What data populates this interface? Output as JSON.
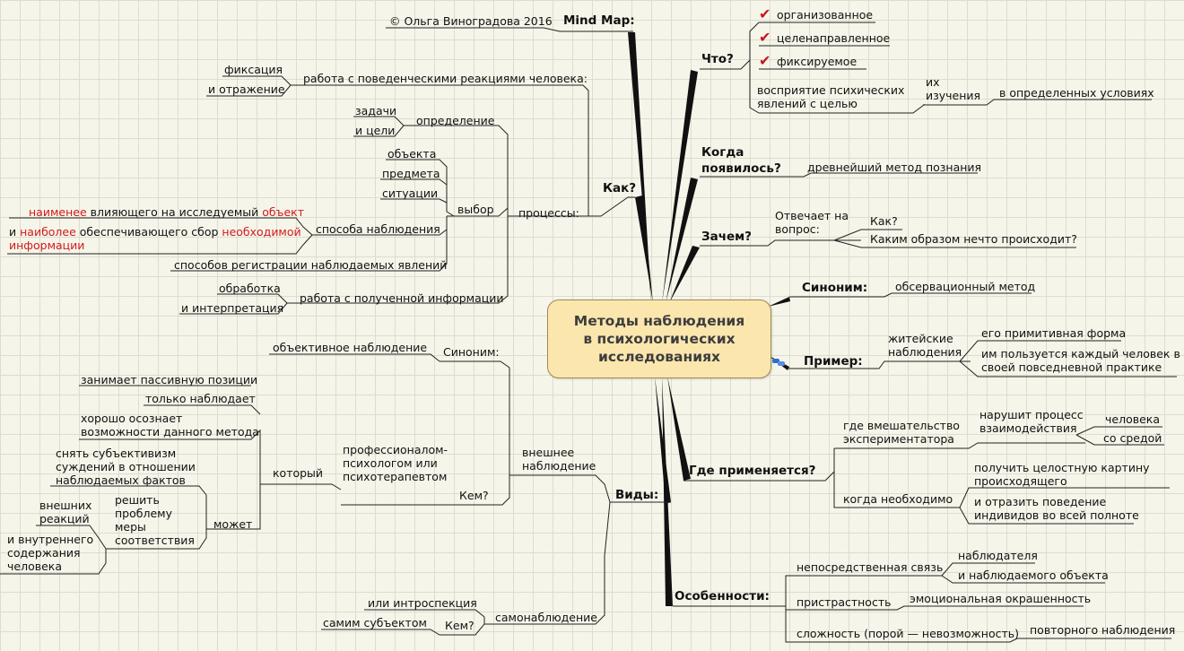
{
  "center": "Методы наблюдения\nв психологических\nисследованиях",
  "copyright": "© Ольга Виноградова 2016",
  "mind_map": "Mind Map:",
  "chto": {
    "label": "Что?",
    "items": [
      "организованное",
      "целенаправленное",
      "фиксируемое"
    ],
    "perception": "восприятие психических\nявлений с целью",
    "ix": "их\nизучения",
    "conditions": "в определенных условиях"
  },
  "kogda": {
    "label": "Когда\nпоявилось?",
    "answer": "древнейший метод познания"
  },
  "zachem": {
    "label": "Зачем?",
    "answers": "Отвечает на\nвопрос:",
    "kak": "Как?",
    "how": "Каким образом нечто происходит?"
  },
  "sinonim": {
    "label": "Синоним:",
    "value": "обсервационный метод"
  },
  "primer": {
    "label": "Пример:",
    "everyday": "житейские\nнаблюдения",
    "primitive": "его примитивная форма",
    "everyone": "им пользуется каждый человек в\nсвоей повседневной практике"
  },
  "gde": {
    "label": "Где применяется?",
    "interference": "где вмешательство\nэкспериментатора",
    "disrupt": "нарушит процесс\nвзаимодействия",
    "person": "человека",
    "environment": "со средой",
    "necessary": "когда необходимо",
    "whole": "получить целостную картину\nпроисходящего",
    "reflect": "и отразить поведение\nиндивидов во всей полноте"
  },
  "osob": {
    "label": "Особенности:",
    "direct": "непосредственная связь",
    "observer": "наблюдателя",
    "observed": "и наблюдаемого объекта",
    "bias": "пристрастность",
    "emotional": "эмоциональная окрашенность",
    "complexity": "сложность (порой — невозможность)",
    "repeat": "повторного наблюдения"
  },
  "kak": {
    "label": "Как?",
    "work": "работа с поведенческими реакциями человека:",
    "fix": "фиксация",
    "reflection": "и отражение",
    "processes": "процессы:",
    "definition": "определение",
    "tasks": "задачи",
    "goals": "и цели",
    "choice": "выбор",
    "object": "объекта",
    "subject": "предмета",
    "situation": "ситуации",
    "method": "способа наблюдения",
    "least_red": "наименее",
    "least_mid": " влияющего на исследуемый ",
    "least_obj": "объект",
    "most_pre": "и ",
    "most_red": "наиболее",
    "most_mid": " обеспечивающего сбор ",
    "most_nec": "необходимой",
    "most_info": "информации",
    "registration": "способов регистрации наблюдаемых явлений",
    "received": "работа с полученной информации",
    "processing": "обработка",
    "interpretation": "и интерпретация"
  },
  "vidy": {
    "label": "Виды:",
    "external": "внешнее\nнаблюдение",
    "synonym": "Синоним:",
    "objective": "объективное наблюдение",
    "who": "Кем?",
    "professional": "профессионалом-\nпсихологом или\nпсихотерапевтом",
    "which": "который",
    "passive": "занимает пассивную позиции",
    "only": "только наблюдает",
    "aware": "хорошо осознает\nвозможности данного метода",
    "can": "может",
    "remove": "снять субъективизм\nсуждений в отношении\nнаблюдаемых фактов",
    "solve": "решить\nпроблему\nмеры\nсоответствия",
    "external_reac": "внешних\nреакций",
    "internal": "и внутреннего\nсодержания\nчеловека",
    "self": "самонаблюдение",
    "intro": "или интроспекция",
    "who2": "Кем?",
    "by_subject": "самим субъектом"
  }
}
